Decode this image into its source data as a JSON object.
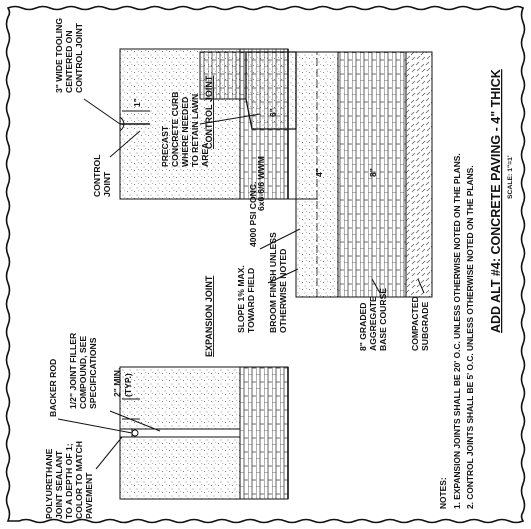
{
  "sheet_title": "ADD ALT #4: CONCRETE PAVING - 4\" THICK",
  "scale": "SCALE: 1\"=1'",
  "expansion_joint": {
    "header": "EXPANSION JOINT",
    "sealant": [
      "POLYURETHANE",
      "JOINT SEALANT",
      "TO A DEPTH OF 1;",
      "COLOR TO MATCH",
      "PAVEMENT"
    ],
    "backer_rod": "BACKER ROD",
    "filler": [
      "1/2\" JOINT FILLER",
      "COMPOUND, SEE",
      "SPECIFICATIONS"
    ],
    "min_dim": [
      "2\" MIN.",
      "(TYP.)"
    ]
  },
  "control_joint": {
    "header": "CONTROL JOINT",
    "tooling": [
      "3\" WIDE TOOLING",
      "CENTERED ON",
      "CONTROL JOINT"
    ],
    "joint": [
      "CONTROL",
      "JOINT"
    ],
    "dim": "1\""
  },
  "section": {
    "curb": [
      "PRECAST",
      "CONCRETE CURB",
      "WHERE NEEDED",
      "TO RETAIN LAWN",
      "AREA"
    ],
    "concrete": "4000 PSI CONC.",
    "wwm": "6x6-6/6 WWM",
    "slope": [
      "SLOPE 1% MAX.",
      "TOWARD FIELD"
    ],
    "broom": [
      "BROOM FINISH UNLESS",
      "OTHERWISE NOTED"
    ],
    "base": [
      "8\" GRADED",
      "AGGREGATE",
      "BASE COURSE"
    ],
    "subgrade": [
      "COMPACTED",
      "SUBGRADE"
    ],
    "dim_4": "4\"",
    "dim_6": "6\"",
    "dim_8": "8\""
  },
  "notes": {
    "title": "NOTES:",
    "items": [
      "1.  EXPANSION JOINTS SHALL BE 20' O.C. UNLESS OTHERWISE NOTED ON THE PLANS.",
      "2.  CONTROL JOINTS SHALL BE 5' O.C. UNLESS OTHERWISE NOTED ON THE PLANS."
    ]
  }
}
